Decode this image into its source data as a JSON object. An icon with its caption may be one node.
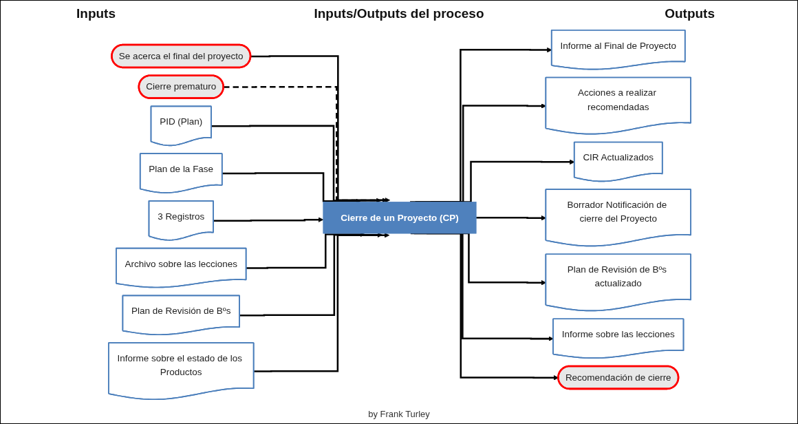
{
  "diagram": {
    "title": "Inputs/Outputs del proceso",
    "nodes": [
      {
        "text": [
          "Se acerca el final del proyecto"
        ]
      },
      {
        "text": [
          "Cierre prematuro"
        ]
      },
      {
        "text": [
          "PID (Plan)"
        ]
      },
      {
        "text": [
          "Plan de la Fase"
        ]
      },
      {
        "text": [
          "3 Registros"
        ]
      },
      {
        "text": [
          "Archivo sobre las lecciones"
        ]
      },
      {
        "text": [
          "Plan de Revisión de Bºs"
        ]
      },
      {
        "text": [
          "Informe sobre el estado de los Productos"
        ]
      },
      {
        "text": [
          "Cierre de un Proyecto (CP)"
        ]
      },
      {
        "text": [
          "Informe al Final de Proyecto"
        ]
      },
      {
        "text": [
          "Acciones a realizar recomendadas"
        ]
      },
      {
        "text": [
          "CIR Actualizados"
        ]
      },
      {
        "text": [
          "Borrador Notificación de cierre del Proyecto"
        ]
      },
      {
        "text": [
          "Plan de Revisión de Bºs actualizado"
        ]
      },
      {
        "text": [
          "Informe sobre las lecciones"
        ]
      },
      {
        "text": [
          "Recomendación de cierre"
        ]
      }
    ],
    "edges": [
      {
        "from": 0,
        "to": 8,
        "arrow": "to"
      },
      {
        "from": 1,
        "to": 8,
        "arrow": "to",
        "style": "dashed"
      },
      {
        "from": 2,
        "to": 8,
        "arrow": "to"
      },
      {
        "from": 3,
        "to": 8,
        "arrow": "to"
      },
      {
        "from": 4,
        "to": 8,
        "arrow": "to"
      },
      {
        "from": 5,
        "to": 8,
        "arrow": "to"
      },
      {
        "from": 6,
        "to": 8,
        "arrow": "to"
      },
      {
        "from": 7,
        "to": 8,
        "arrow": "to"
      },
      {
        "from": 8,
        "to": 9,
        "arrow": "to"
      },
      {
        "from": 8,
        "to": 10,
        "arrow": "to"
      },
      {
        "from": 8,
        "to": 11,
        "arrow": "to"
      },
      {
        "from": 8,
        "to": 12,
        "arrow": "to"
      },
      {
        "from": 8,
        "to": 13,
        "arrow": "to"
      },
      {
        "from": 8,
        "to": 14,
        "arrow": "to"
      },
      {
        "from": 8,
        "to": 15,
        "arrow": "to"
      }
    ],
    "labels": [
      "Inputs",
      "Outputs",
      "by Frank Turley"
    ]
  }
}
